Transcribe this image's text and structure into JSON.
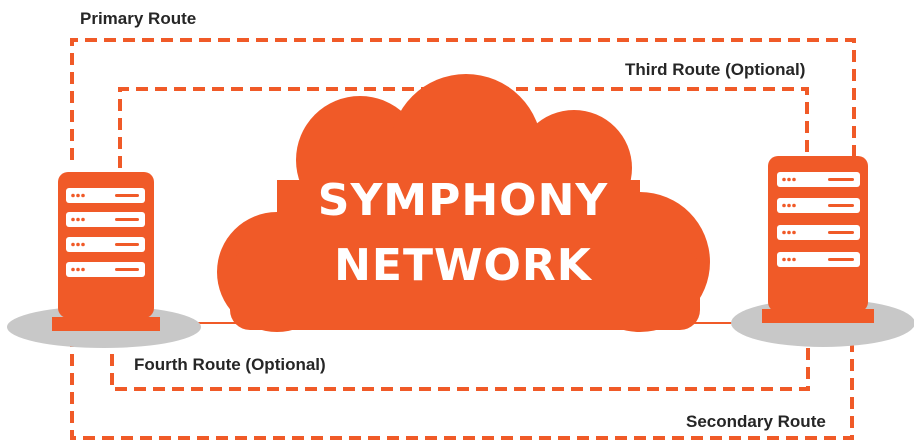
{
  "routes": {
    "primary": "Primary Route",
    "secondary": "Secondary Route",
    "third": "Third Route (Optional)",
    "fourth": "Fourth Route (Optional)"
  },
  "cloud": {
    "line1": "SYMPHONY",
    "line2": "NETWORK"
  },
  "colors": {
    "accent": "#f05a28",
    "shadow": "#c8c8c8",
    "text": "#262626",
    "cloud_text": "#ffffff"
  }
}
